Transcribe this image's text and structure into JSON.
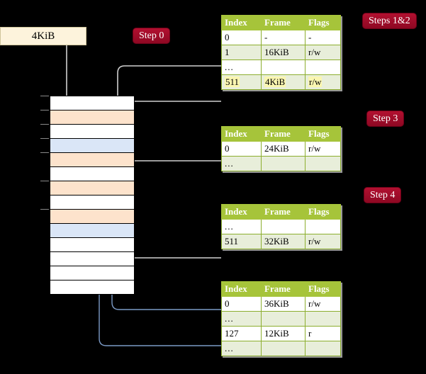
{
  "diagram": {
    "title": "page-table-walk",
    "request_box": {
      "label": "4KiB"
    },
    "steps": [
      {
        "name": "step-0",
        "label": "Step 0"
      },
      {
        "name": "steps-1-2",
        "label": "Steps 1&2"
      },
      {
        "name": "step-3",
        "label": "Step 3"
      },
      {
        "name": "step-4",
        "label": "Step 4"
      }
    ],
    "columns": {
      "index": "Index",
      "frame": "Frame",
      "flags": "Flags"
    },
    "tables": [
      {
        "name": "page-table-level-1",
        "rows": [
          {
            "index": "0",
            "frame": "-",
            "flags": "-",
            "stripe": "odd",
            "highlight": false
          },
          {
            "index": "1",
            "frame": "16KiB",
            "flags": "r/w",
            "stripe": "even",
            "highlight": false
          },
          {
            "index": "...",
            "frame": "",
            "flags": "",
            "stripe": "odd",
            "highlight": false
          },
          {
            "index": "511",
            "frame": "4KiB",
            "flags": "r/w",
            "stripe": "even",
            "highlight": true
          }
        ]
      },
      {
        "name": "page-table-level-2",
        "rows": [
          {
            "index": "0",
            "frame": "24KiB",
            "flags": "r/w",
            "stripe": "odd",
            "highlight": false
          },
          {
            "index": "...",
            "frame": "",
            "flags": "",
            "stripe": "even",
            "highlight": false
          }
        ]
      },
      {
        "name": "page-table-level-3",
        "rows": [
          {
            "index": "...",
            "frame": "",
            "flags": "",
            "stripe": "odd",
            "highlight": false
          },
          {
            "index": "511",
            "frame": "32KiB",
            "flags": "r/w",
            "stripe": "even",
            "highlight": false
          }
        ]
      },
      {
        "name": "page-table-level-4",
        "rows": [
          {
            "index": "0",
            "frame": "36KiB",
            "flags": "r/w",
            "stripe": "odd",
            "highlight": false
          },
          {
            "index": "...",
            "frame": "",
            "flags": "",
            "stripe": "even",
            "highlight": false
          },
          {
            "index": "127",
            "frame": "12KiB",
            "flags": "r",
            "stripe": "odd",
            "highlight": false
          },
          {
            "index": "...",
            "frame": "",
            "flags": "",
            "stripe": "even",
            "highlight": false
          }
        ]
      }
    ],
    "memory_column": {
      "name": "physical-memory",
      "cells": [
        {
          "fill": "white"
        },
        {
          "fill": "orange"
        },
        {
          "fill": "white"
        },
        {
          "fill": "blue"
        },
        {
          "fill": "orange"
        },
        {
          "fill": "white"
        },
        {
          "fill": "orange"
        },
        {
          "fill": "white"
        },
        {
          "fill": "orange"
        },
        {
          "fill": "blue"
        },
        {
          "fill": "white"
        },
        {
          "fill": "white"
        },
        {
          "fill": "white"
        },
        {
          "fill": "white"
        }
      ]
    },
    "colors": {
      "accent_green": "#A6C43A",
      "step_red": "#A30B2B",
      "highlight_yellow": "#FAF6B0",
      "frame_orange": "#FDE3CC",
      "frame_blue": "#DAE6F7",
      "request_cream": "#FDF3DC",
      "stripe_green": "#E8EEDA"
    }
  }
}
